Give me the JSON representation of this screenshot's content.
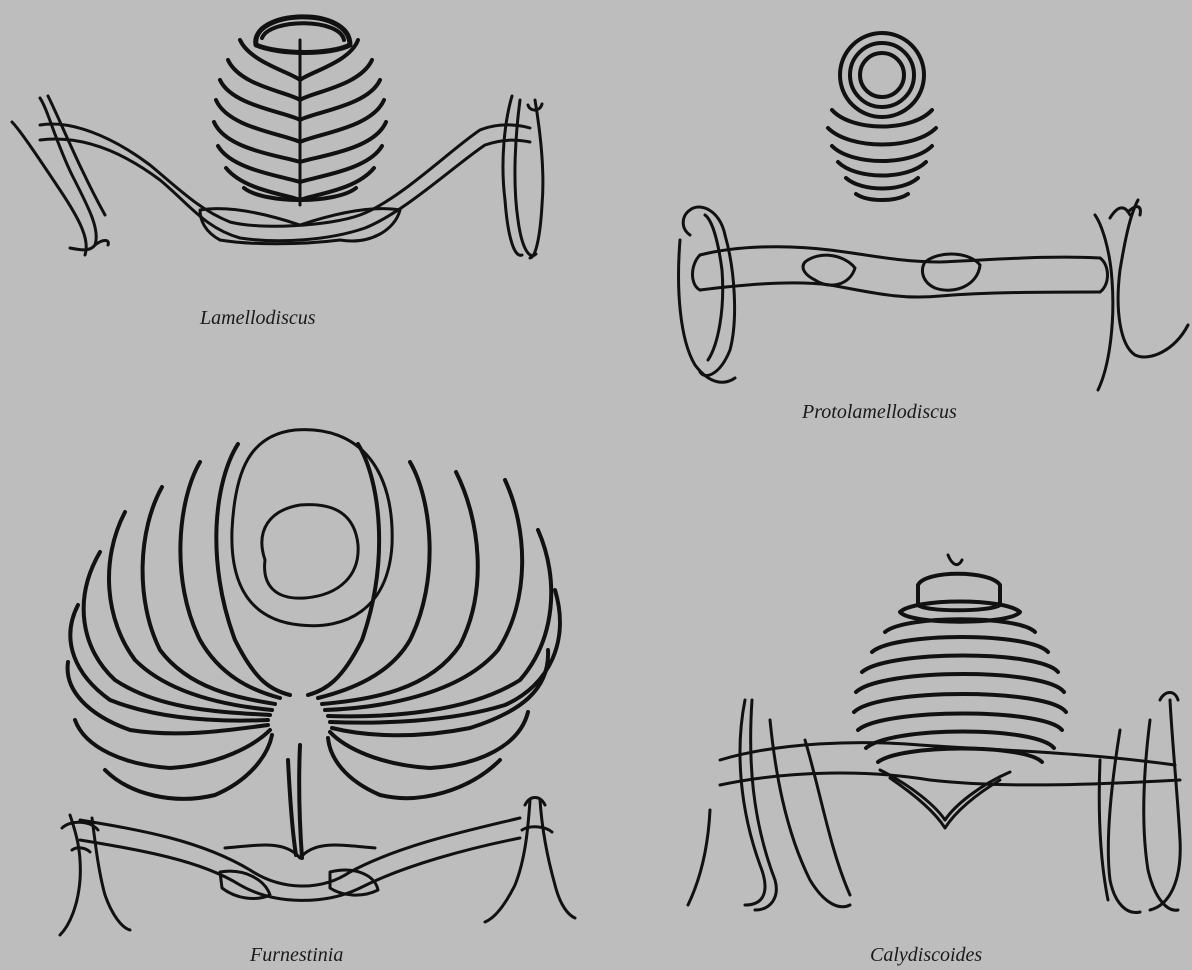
{
  "figure": {
    "panels": [
      {
        "id": "lamellodiscus",
        "caption": "Lamellodiscus"
      },
      {
        "id": "protolamellodiscus",
        "caption": "Protolamellodiscus"
      },
      {
        "id": "furnestinia",
        "caption": "Furnestinia"
      },
      {
        "id": "calydiscoides",
        "caption": "Calydiscoides"
      }
    ]
  },
  "colors": {
    "paper": "#bdbdbd",
    "ink": "#111111"
  }
}
